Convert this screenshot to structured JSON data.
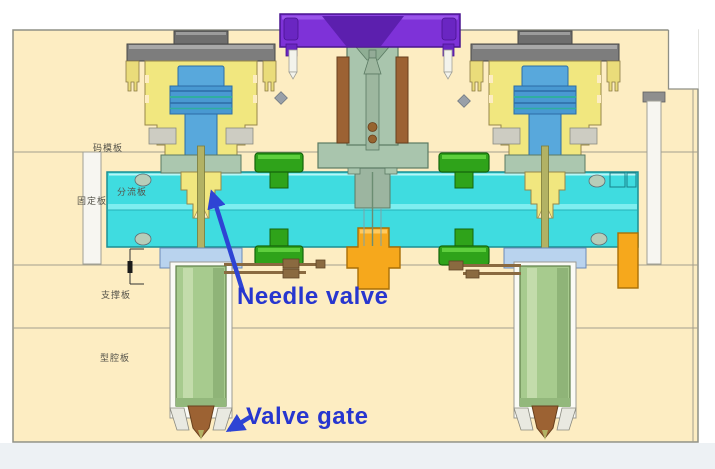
{
  "diagram": {
    "annotations": {
      "needle_valve": "Needle valve",
      "valve_gate": "Valve gate"
    },
    "plate_labels": {
      "clamp_plate": "码模板",
      "fixed_plate": "固定板",
      "manifold_plate": "分流板",
      "support_plate": "支撑板",
      "cavity_plate": "型腔板"
    },
    "colors": {
      "annotation_blue": "#2736cf",
      "mold_base_tan": "#fdedc2",
      "manifold_cyan": "#3fdce0",
      "cylinder_yellow": "#f1e77f",
      "piston_blue": "#58a8dc",
      "locating_ring_purple": "#7e32d8",
      "nozzle_green": "#a7cb8e",
      "support_pad_orange": "#f6a81c",
      "dowel_green": "#2fa31a"
    }
  }
}
